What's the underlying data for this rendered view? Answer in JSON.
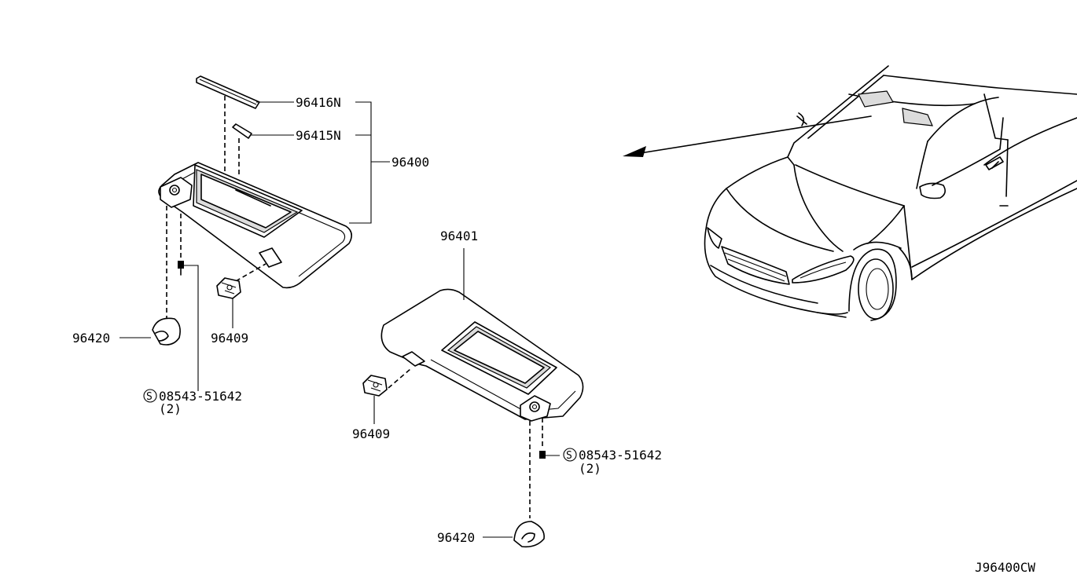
{
  "parts": {
    "p96416N": "96416N",
    "p96415N": "96415N",
    "p96400": "96400",
    "p96401": "96401",
    "p96409_left": "96409",
    "p96409_right": "96409",
    "p96420_left": "96420",
    "p96420_right": "96420",
    "screw_left": "08543-51642",
    "screw_left_qty": "(2)",
    "screw_right": "08543-51642",
    "screw_right_qty": "(2)",
    "screw_symbol": "S"
  },
  "diagram_code": "J96400CW",
  "colors": {
    "ink": "#000000",
    "background": "#ffffff",
    "shade": "#dcdcdc"
  }
}
